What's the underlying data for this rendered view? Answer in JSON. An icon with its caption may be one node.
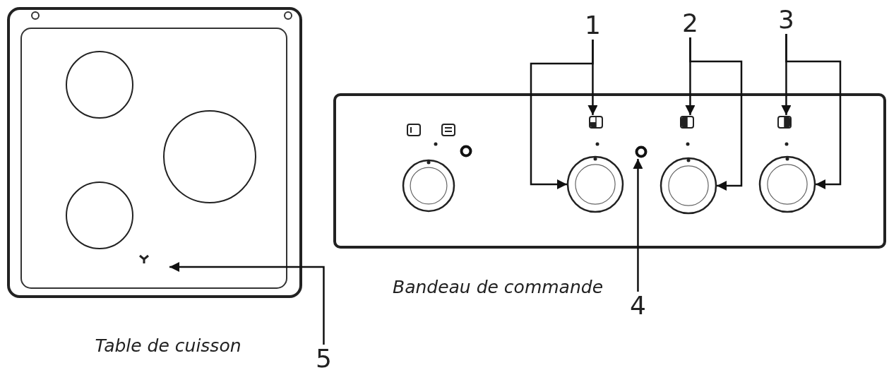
{
  "diagram": {
    "nodes": [
      {
        "text": [],
        "shape": "box",
        "beside": [
          "Table de cuisson"
        ]
      },
      {
        "text": [
          "1"
        ]
      },
      {
        "text": [
          "2"
        ]
      },
      {
        "text": [
          "3"
        ]
      },
      {
        "text": [],
        "shape": "box",
        "beside": [
          "Bandeau de commande"
        ]
      },
      {
        "text": [],
        "shape": "box",
        "in": 4
      },
      {
        "text": [],
        "shape": "box",
        "in": 4
      },
      {
        "text": [],
        "shape": "box",
        "in": 4
      },
      {
        "text": [],
        "shape": "box",
        "in": 4
      },
      {
        "text": [],
        "shape": "box",
        "in": 4
      },
      {
        "text": [],
        "shape": "circle",
        "in": 4
      },
      {
        "text": [],
        "shape": "circle",
        "in": 4
      },
      {
        "text": [],
        "shape": "circle",
        "in": 4
      },
      {
        "text": [],
        "shape": "circle",
        "in": 4
      },
      {
        "text": [],
        "shape": "circle",
        "in": 4
      },
      {
        "text": [],
        "shape": "circle",
        "in": 4
      },
      {
        "text": [
          "4"
        ]
      },
      {
        "text": [
          "5"
        ]
      }
    ],
    "edges": [
      {
        "from": 1,
        "to": 7,
        "arrow": "to"
      },
      {
        "from": 1,
        "to": 13,
        "arrow": "to"
      },
      {
        "from": 2,
        "to": 8,
        "arrow": "to"
      },
      {
        "from": 2,
        "to": 14,
        "arrow": "to"
      },
      {
        "from": 3,
        "to": 9,
        "arrow": "to"
      },
      {
        "from": 3,
        "to": 15,
        "arrow": "to"
      },
      {
        "from": 16,
        "to": 11,
        "arrow": "to"
      },
      {
        "from": 17,
        "to": 0,
        "arrow": "to"
      }
    ]
  }
}
